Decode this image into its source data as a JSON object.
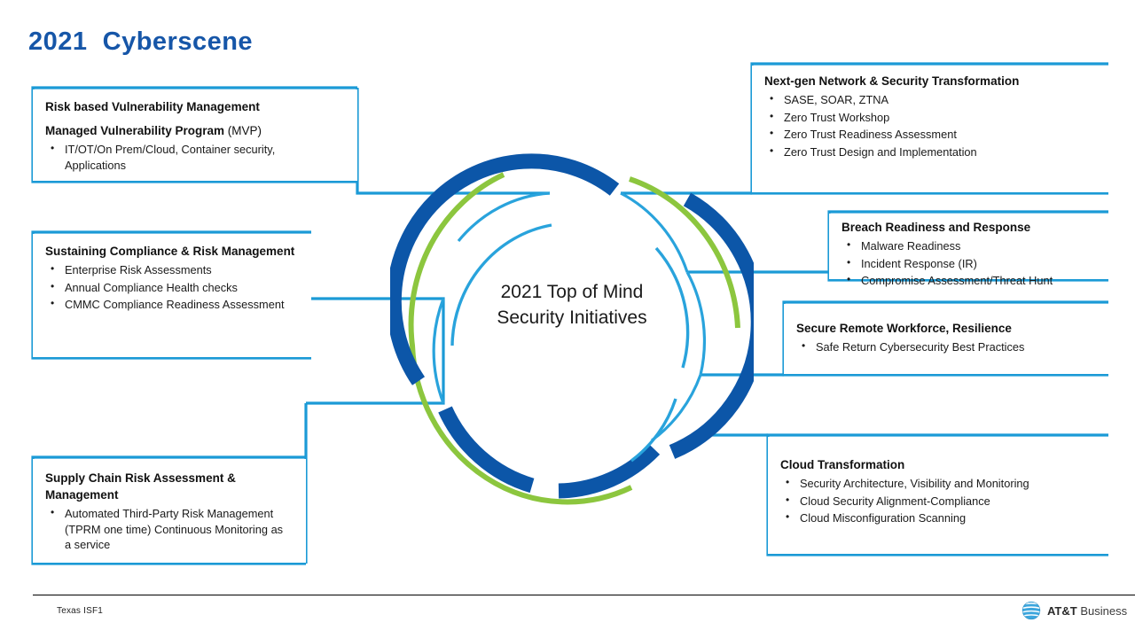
{
  "slide": {
    "title": "2021  Cyberscene",
    "center_line1": "2021 Top of Mind",
    "center_line2": "Security Initiatives"
  },
  "colors": {
    "title_blue": "#1656A8",
    "line_blue": "#1B9AD6",
    "arc_dark_blue": "#0C56A8",
    "arc_light_blue": "#29A3DC",
    "arc_green": "#8CC63E",
    "text_black": "#111111"
  },
  "callouts": [
    {
      "id": "risk-based-vulnerability-management",
      "title": "Risk based Vulnerability Management",
      "subtitle_bold": "Managed Vulnerability Program",
      "subtitle_plain": " (MVP)",
      "bullets": [
        "IT/OT/On Prem/Cloud, Container security,\nApplications"
      ]
    },
    {
      "id": "next-gen-network-security-transformation",
      "title": "Next-gen Network & Security Transformation",
      "bullets": [
        "SASE, SOAR, ZTNA",
        "Zero Trust Workshop",
        "Zero Trust Readiness Assessment",
        "Zero Trust Design and Implementation"
      ]
    },
    {
      "id": "sustaining-compliance-risk-management",
      "title": "Sustaining Compliance & Risk Management",
      "bullets": [
        "Enterprise Risk Assessments",
        "Annual Compliance Health checks",
        "CMMC Compliance Readiness Assessment"
      ]
    },
    {
      "id": "breach-readiness-and-response",
      "title": "Breach Readiness and Response",
      "bullets": [
        "Malware Readiness",
        "Incident Response (IR)",
        "Compromise Assessment/Threat Hunt"
      ]
    },
    {
      "id": "secure-remote-workforce-resilience",
      "title": "Secure Remote Workforce, Resilience",
      "bullets": [
        "Safe Return Cybersecurity Best Practices"
      ]
    },
    {
      "id": "cloud-transformation",
      "title": "Cloud Transformation",
      "bullets": [
        "Security Architecture, Visibility and Monitoring",
        "Cloud Security Alignment-Compliance",
        "Cloud Misconfiguration Scanning"
      ]
    },
    {
      "id": "supply-chain-risk-assessment-management",
      "title": "Supply Chain Risk Assessment &\nManagement",
      "bullets": [
        "Automated Third-Party Risk Management\n(TPRM one time) Continuous Monitoring as\na service"
      ]
    }
  ],
  "footer": {
    "label": "Texas ISF1",
    "logo_bold": "AT&T",
    "logo_rest": " Business"
  }
}
